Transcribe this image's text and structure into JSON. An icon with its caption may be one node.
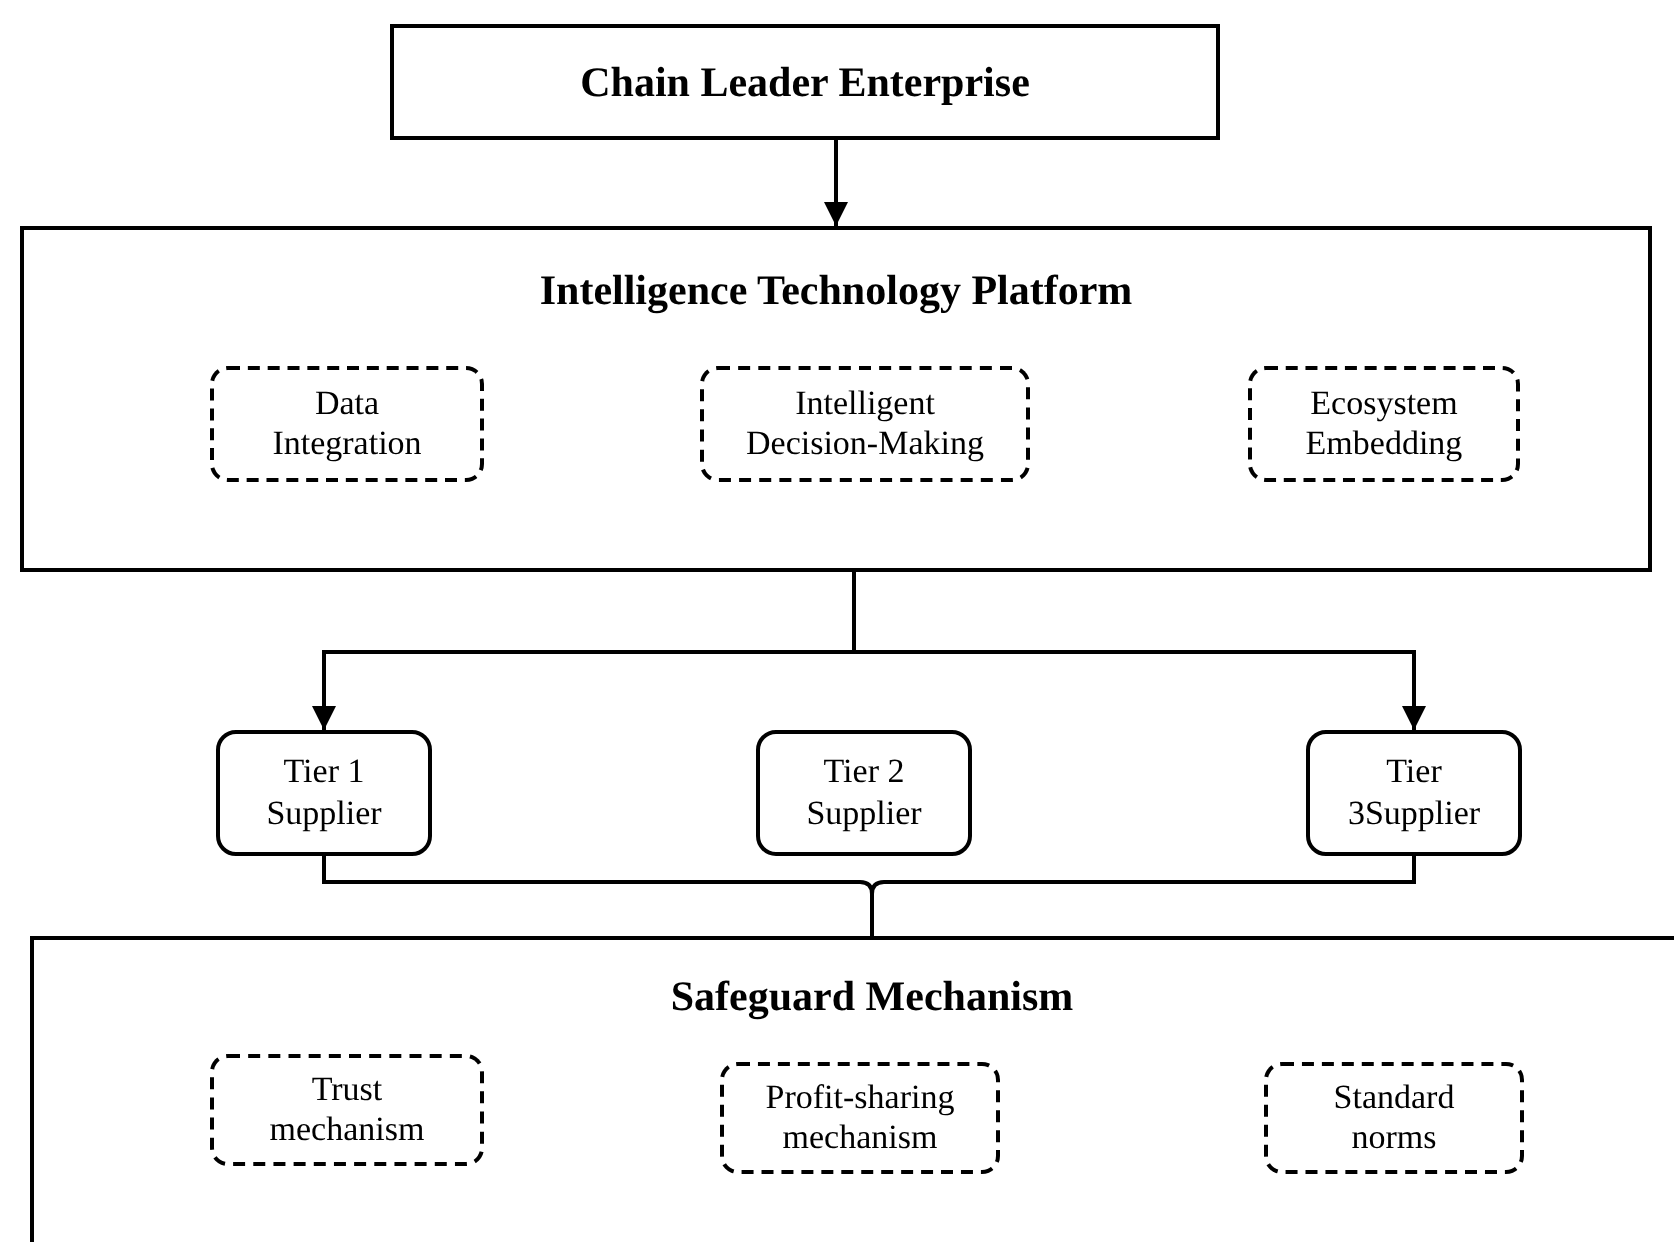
{
  "diagram": {
    "nodes": [
      {
        "text": [
          "Chain Leader Enterprise"
        ]
      },
      {
        "text": [
          "Intelligence Technology Platform"
        ]
      },
      {
        "text": [
          "Data Integration"
        ],
        "in": 1
      },
      {
        "text": [
          "Intelligent Decision-Making"
        ],
        "in": 1
      },
      {
        "text": [
          "Ecosystem Embedding"
        ],
        "in": 1
      },
      {
        "text": [
          "Tier 1 Supplier"
        ]
      },
      {
        "text": [
          "Tier 2 Supplier"
        ]
      },
      {
        "text": [
          "Tier 3Supplier"
        ]
      },
      {
        "text": [
          "Safeguard Mechanism"
        ]
      },
      {
        "text": [
          "Trust mechanism"
        ],
        "in": 8
      },
      {
        "text": [
          "Profit-sharing mechanism"
        ],
        "in": 8
      },
      {
        "text": [
          "Standard norms"
        ],
        "in": 8
      }
    ],
    "edges": [
      {
        "from": 0,
        "to": 1,
        "arrow": "to"
      },
      {
        "from": 1,
        "to": 5,
        "arrow": "to"
      },
      {
        "from": 1,
        "to": 7,
        "arrow": "to"
      },
      {
        "from": 5,
        "to": 8,
        "arrow": "none"
      },
      {
        "from": 7,
        "to": 8,
        "arrow": "none"
      }
    ]
  }
}
